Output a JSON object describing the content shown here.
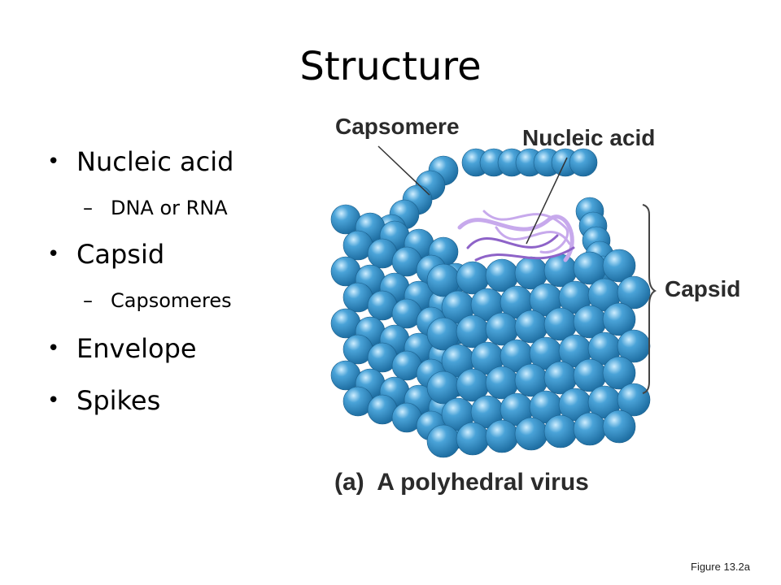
{
  "slide": {
    "title": "Structure",
    "bullets": [
      {
        "text": "Nucleic acid",
        "sub": "DNA or RNA"
      },
      {
        "text": "Capsid",
        "sub": "Capsomeres"
      },
      {
        "text": "Envelope"
      },
      {
        "text": "Spikes"
      }
    ],
    "sub_marker": "–",
    "bullet_marker": "•"
  },
  "figure": {
    "label_capsomere": "Capsomere",
    "label_nucleic_acid": "Nucleic acid",
    "label_capsid": "Capsid",
    "caption_letter": "(a)",
    "caption_text": "A polyhedral virus",
    "colors": {
      "sphere": "#4aa3d8",
      "sphere_dark": "#1f6fa3",
      "nucleic": "#b48fe0",
      "label": "#2b2b2b"
    }
  },
  "footer": {
    "figure_ref": "Figure 13.2a"
  }
}
